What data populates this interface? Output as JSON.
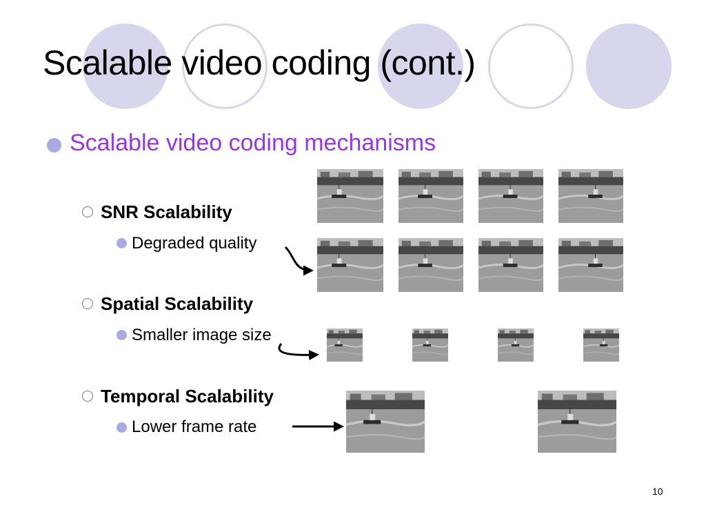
{
  "title": "Scalable video coding (cont.)",
  "heading": "Scalable video coding mechanisms",
  "items": [
    {
      "label": "SNR Scalability",
      "sub": "Degraded quality"
    },
    {
      "label": "Spatial Scalability",
      "sub": "Smaller image size"
    },
    {
      "label": "Temporal Scalability",
      "sub": "Lower frame rate"
    }
  ],
  "page_number": "10",
  "colors": {
    "heading": "#9a35e6",
    "bullet": "#a9a9e4",
    "decoration": "#d6d6ec"
  },
  "icons": {
    "level1_bullet": "filled-circle-icon",
    "level2_bullet": "hollow-circle-icon",
    "level3_bullet": "filled-circle-icon"
  }
}
